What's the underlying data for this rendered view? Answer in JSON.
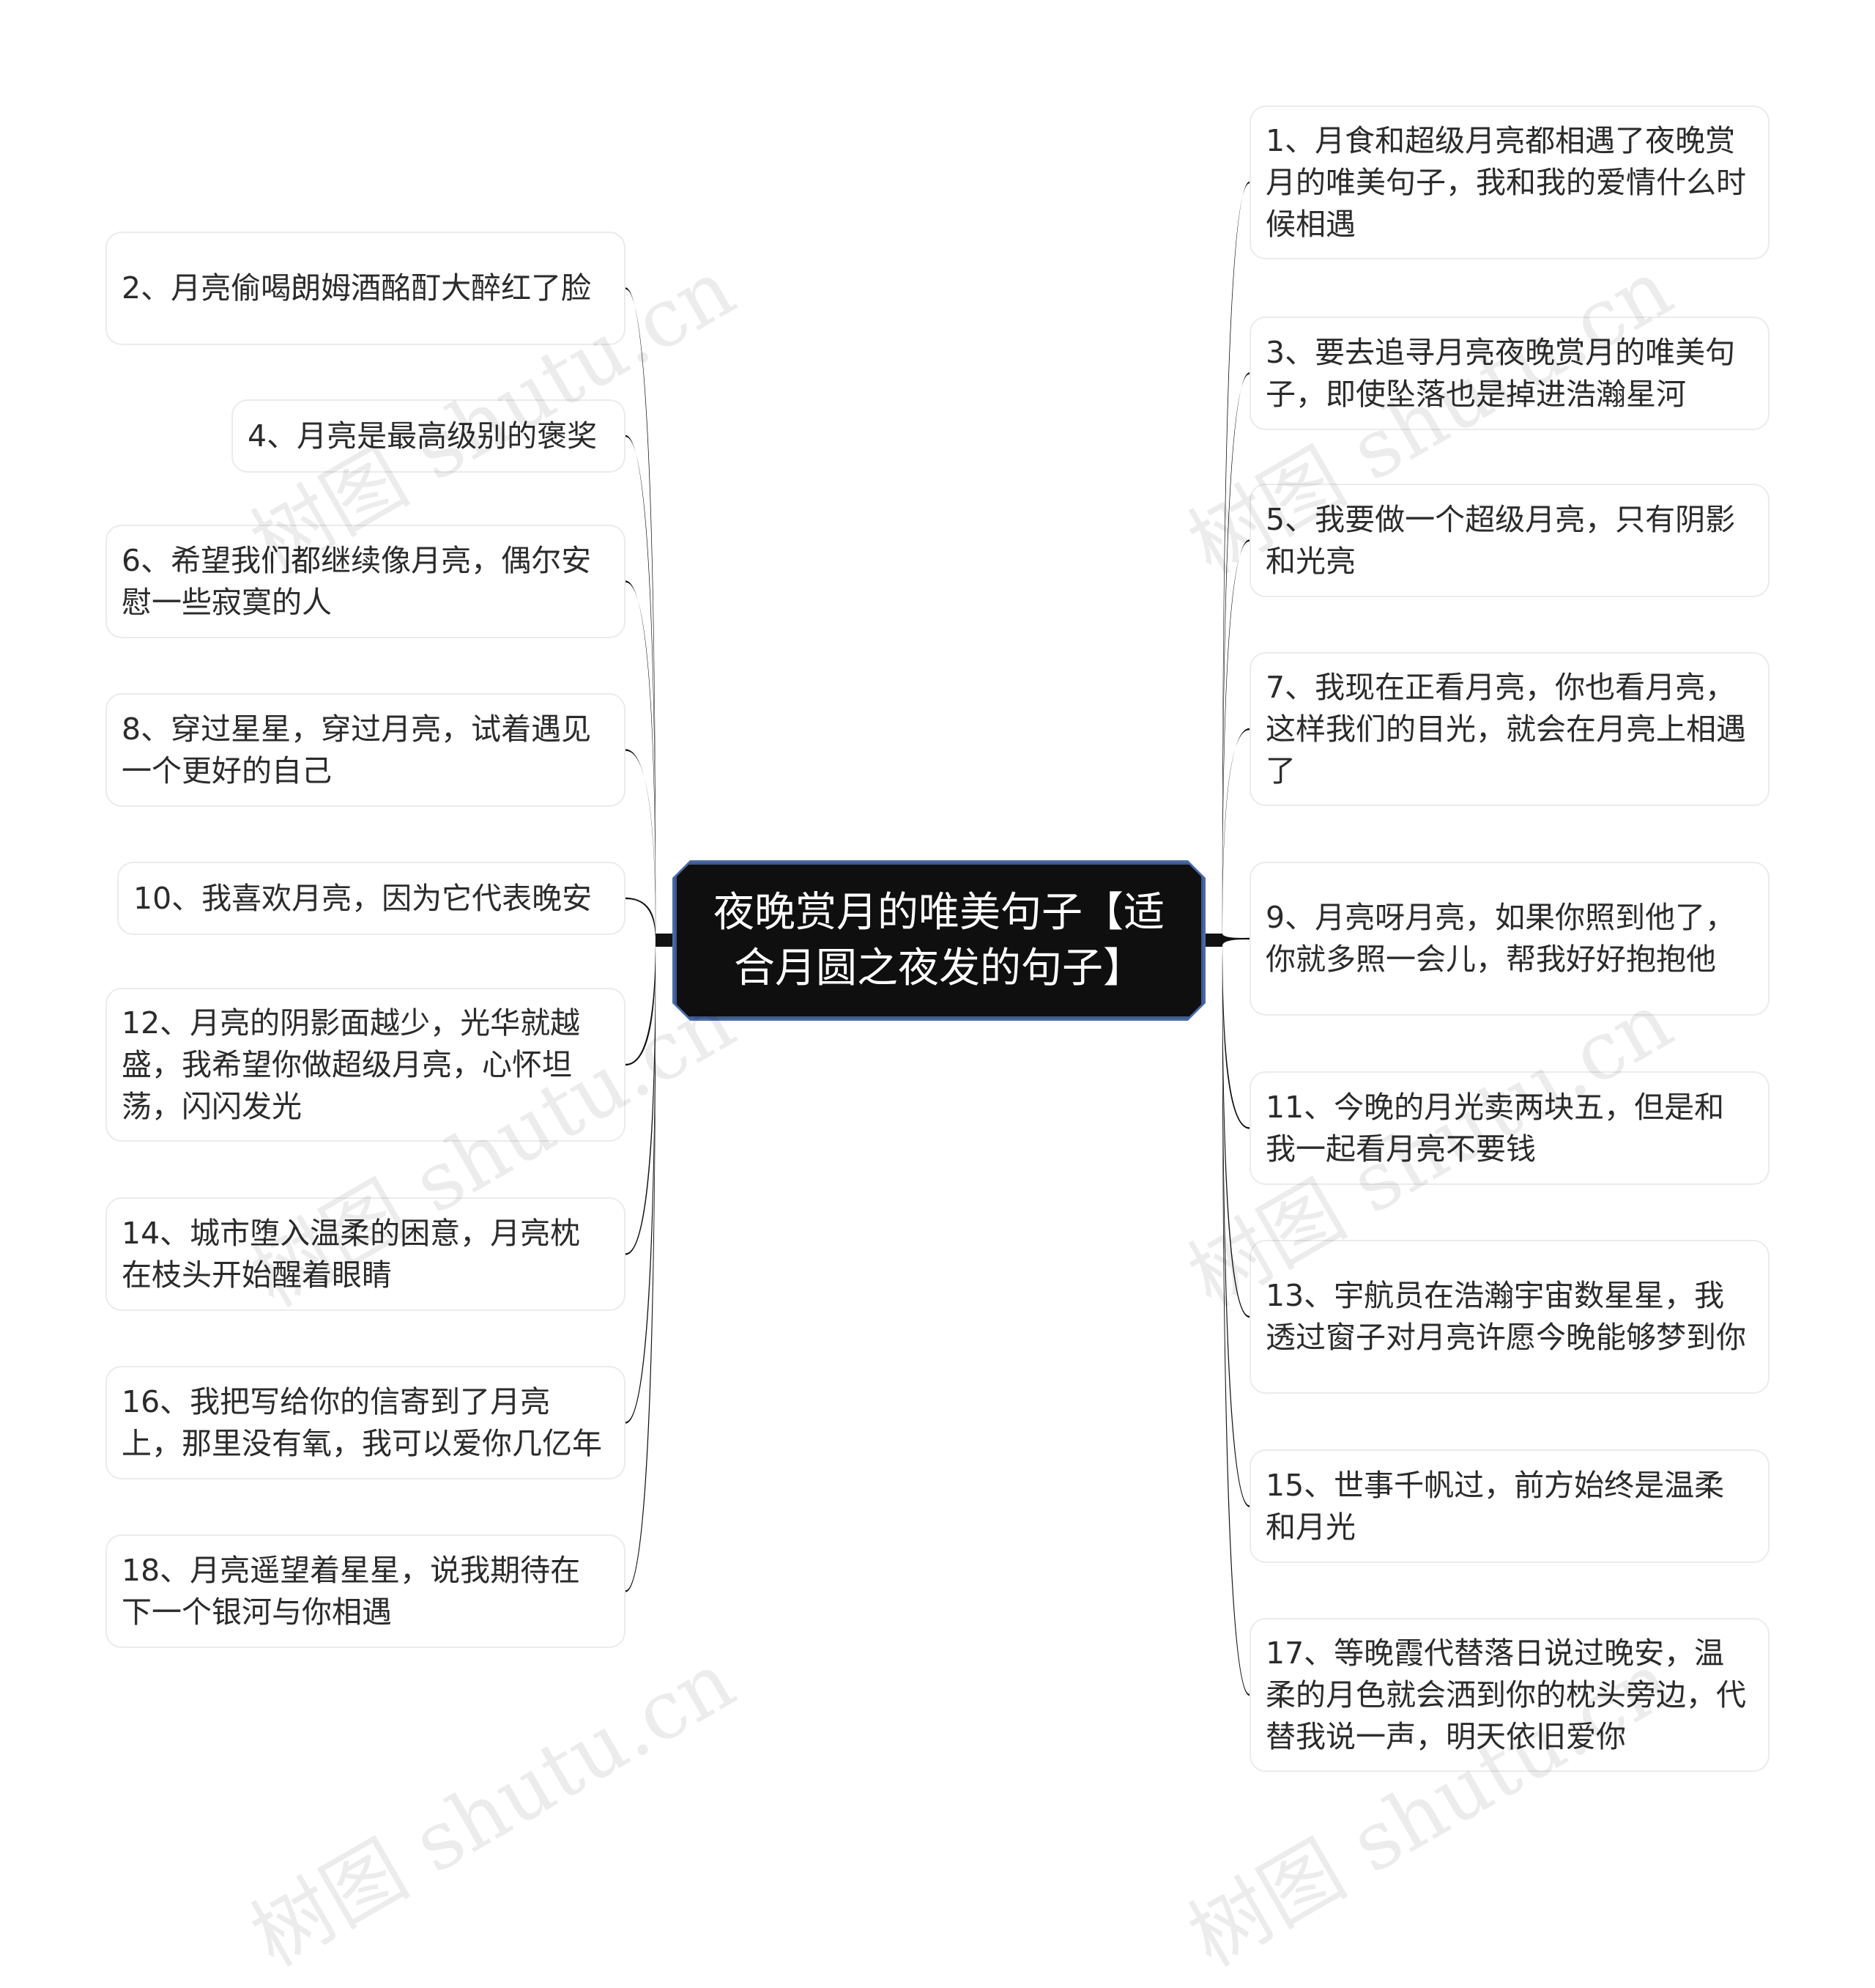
{
  "center": {
    "title": "夜晚赏月的唯美句子【适合月圆之夜发的句子】"
  },
  "left_nodes": [
    "2、月亮偷喝朗姆酒酩酊大醉红了脸",
    "4、月亮是最高级别的褒奖",
    "6、希望我们都继续像月亮，偶尔安慰一些寂寞的人",
    "8、穿过星星，穿过月亮，试着遇见一个更好的自己",
    "10、我喜欢月亮，因为它代表晚安",
    "12、月亮的阴影面越少，光华就越盛，我希望你做超级月亮，心怀坦荡，闪闪发光",
    "14、城市堕入温柔的困意，月亮枕在枝头开始醒着眼睛",
    "16、我把写给你的信寄到了月亮上，那里没有氧，我可以爱你几亿年",
    "18、月亮遥望着星星，说我期待在下一个银河与你相遇"
  ],
  "right_nodes": [
    "1、月食和超级月亮都相遇了夜晚赏月的唯美句子，我和我的爱情什么时候相遇",
    "3、要去追寻月亮夜晚赏月的唯美句子，即使坠落也是掉进浩瀚星河",
    "5、我要做一个超级月亮，只有阴影和光亮",
    "7、我现在正看月亮，你也看月亮，这样我们的目光，就会在月亮上相遇了",
    "9、月亮呀月亮，如果你照到他了，你就多照一会儿，帮我好好抱抱他",
    "11、今晚的月光卖两块五，但是和我一起看月亮不要钱",
    "13、宇航员在浩瀚宇宙数星星，我透过窗子对月亮许愿今晚能够梦到你",
    "15、世事千帆过，前方始终是温柔和月光",
    "17、等晚霞代替落日说过晚安，温柔的月色就会洒到你的枕头旁边，代替我说一声，明天依旧爱你"
  ],
  "watermark": "树图 shutu.cn",
  "colors": {
    "center_fill": "#0f0f10",
    "center_border": "#4a6aa8",
    "connector": "#111111",
    "node_border": "#ebebeb"
  }
}
